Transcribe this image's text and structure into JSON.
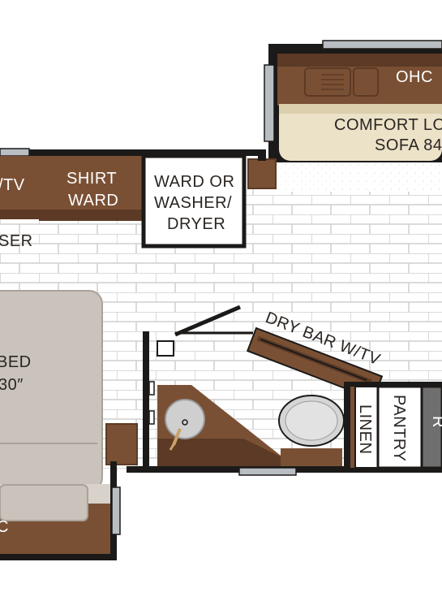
{
  "floorplan": {
    "labels": {
      "ohc": "OHC",
      "sofa_line1": "COMFORT LO",
      "sofa_line2": "SOFA 84",
      "tv_partial": "/TV",
      "shirt_ward_line1": "SHIRT",
      "shirt_ward_line2": "WARD",
      "ward_line1": "WARD OR",
      "ward_line2": "WASHER/",
      "ward_line3": "DRYER",
      "dresser_partial": "SER",
      "bed_line1": "BED",
      "bed_line2": "30″",
      "dry_bar": "DRY BAR W/TV",
      "linen": "LINEN",
      "pantry": "PANTRY",
      "fridge_partial": "R",
      "bottom_partial": "C"
    },
    "colors": {
      "wall": "#1c1a19",
      "cabinet_brown": "#7a5034",
      "cabinet_dark": "#5c3a25",
      "cream": "#ece2c8",
      "tile_line": "#cfcfcf",
      "window": "#b9bec3",
      "bed": "#c9c3bb",
      "fixture_gray": "#cfcfcf",
      "fridge": "#6f6f6f"
    }
  }
}
